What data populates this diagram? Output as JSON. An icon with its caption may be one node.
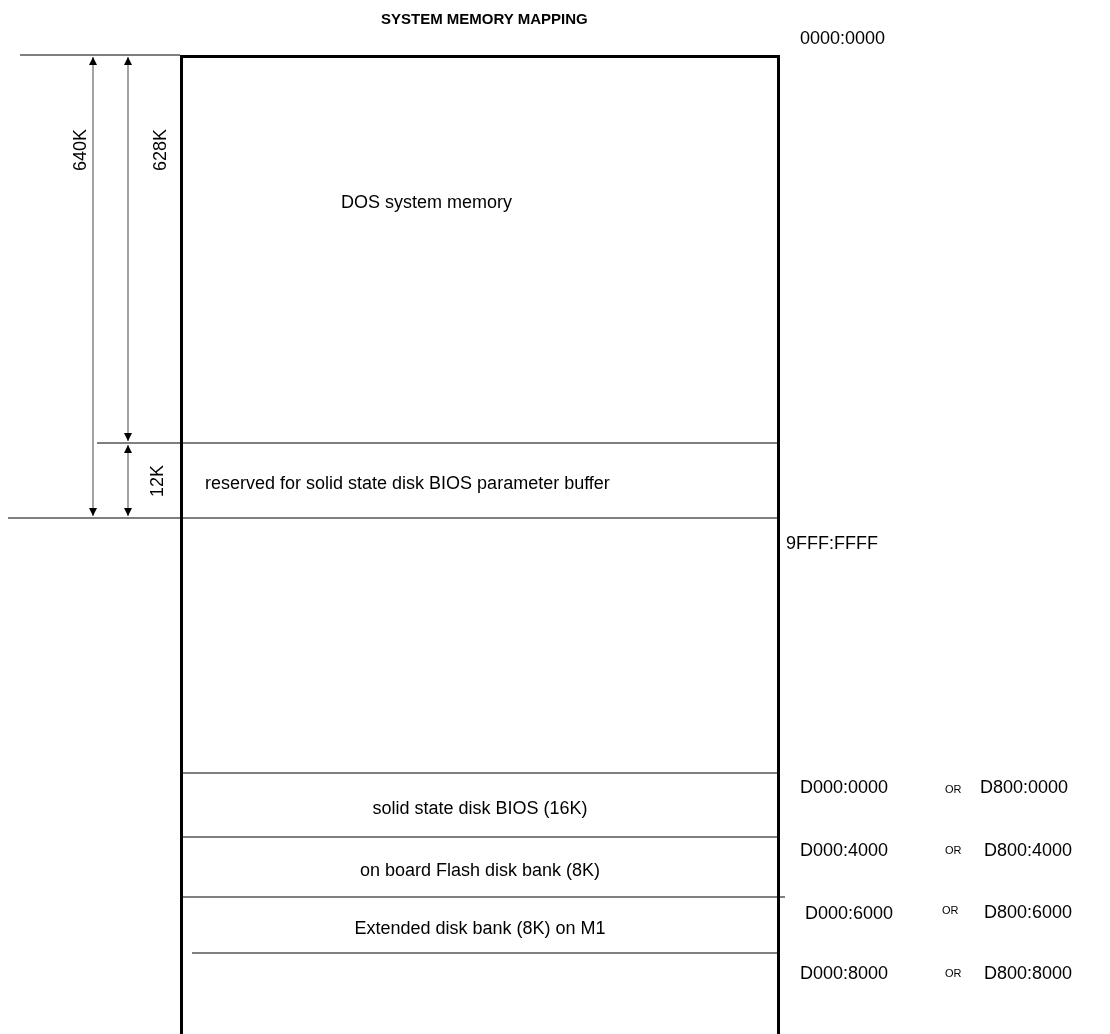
{
  "diagram": {
    "title": "SYSTEM MEMORY MAPPING",
    "nodes": [
      {
        "text": [],
        "shape": "box"
      },
      {
        "text": [
          "DOS system memory"
        ],
        "in": 0
      },
      {
        "text": [
          "reserved for solid state disk BIOS parameter buffer"
        ],
        "in": 0
      },
      {
        "text": [
          "solid state disk BIOS (16K)"
        ],
        "in": 0
      },
      {
        "text": [
          "on board Flash disk bank (8K)"
        ],
        "in": 0
      },
      {
        "text": [
          "Extended disk bank (8K) on M1"
        ],
        "in": 0
      }
    ],
    "edges": [],
    "labels": [
      "0000:0000",
      "640K",
      "628K",
      "12K",
      "9FFF:FFFF",
      "D000:0000",
      "OR",
      "D800:0000",
      "D000:4000",
      "OR",
      "D800:4000",
      "D000:6000",
      "OR",
      "D800:6000",
      "D000:8000",
      "OR",
      "D800:8000"
    ]
  }
}
